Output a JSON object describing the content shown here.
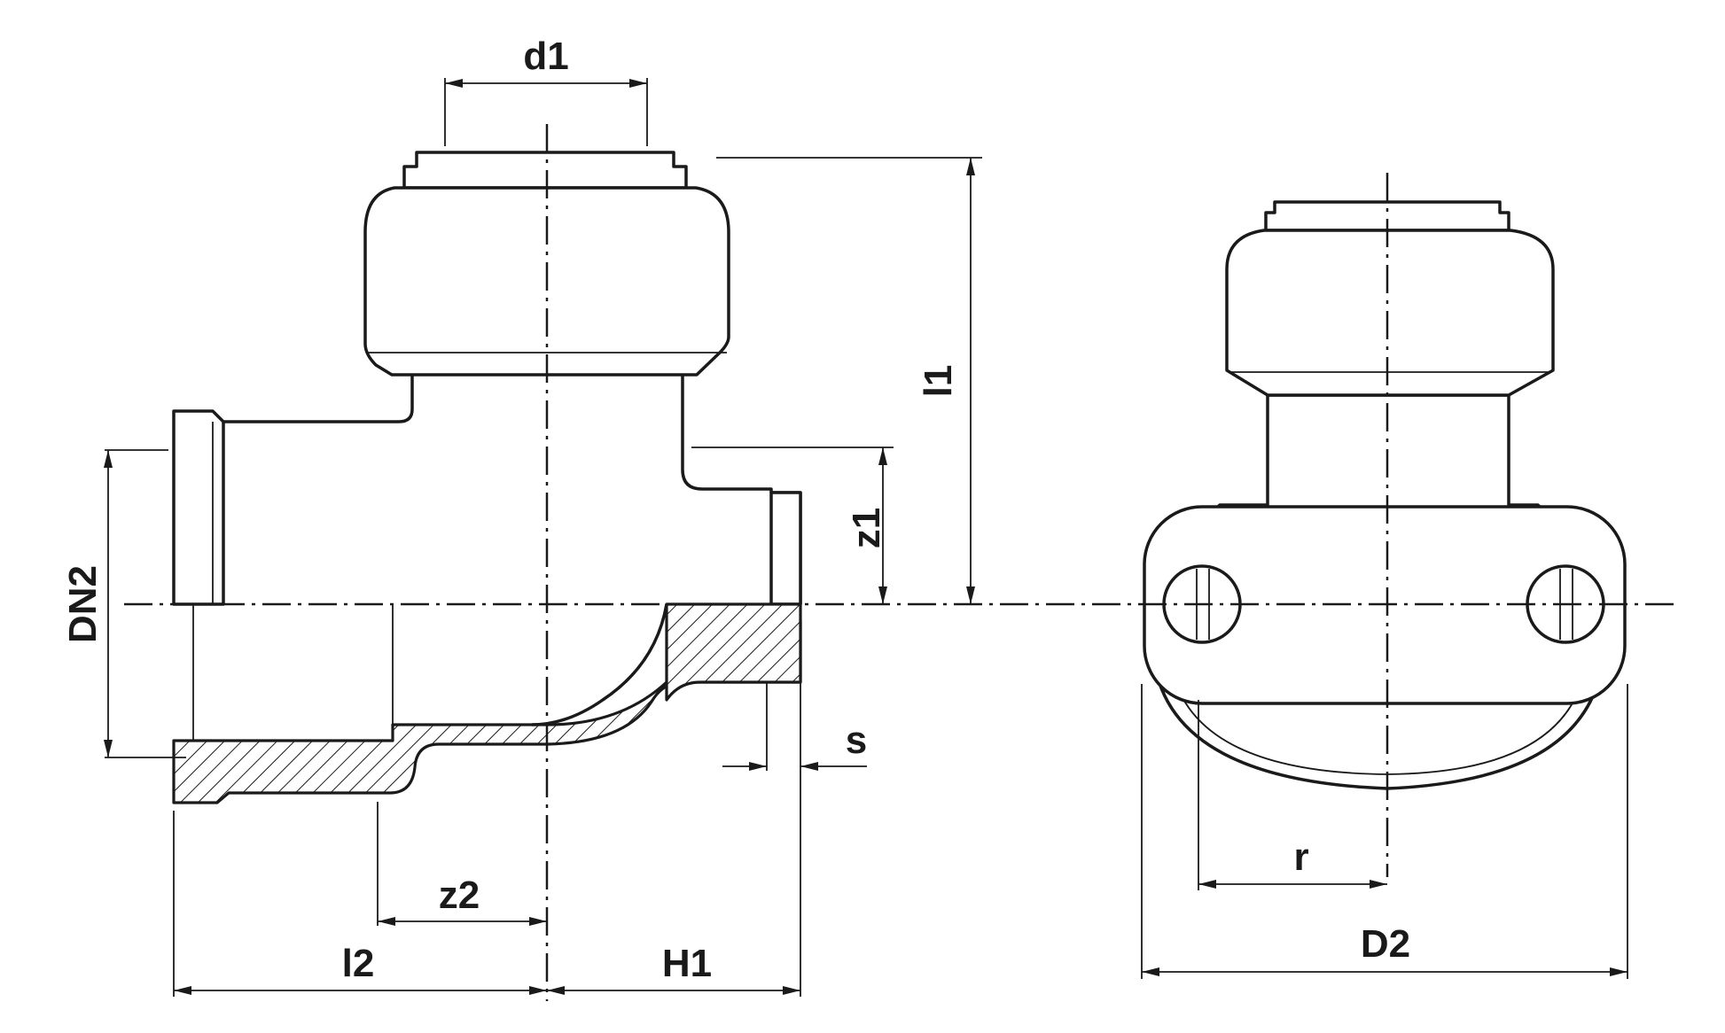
{
  "diagram": {
    "labels": {
      "d1": "d1",
      "l1": "l1",
      "z1": "z1",
      "dn2": "DN2",
      "s": "s",
      "z2": "z2",
      "l2": "l2",
      "h1": "H1",
      "r": "r",
      "d2": "D2"
    },
    "colors": {
      "ink": "#1a1a1a",
      "background": "#ffffff"
    }
  }
}
